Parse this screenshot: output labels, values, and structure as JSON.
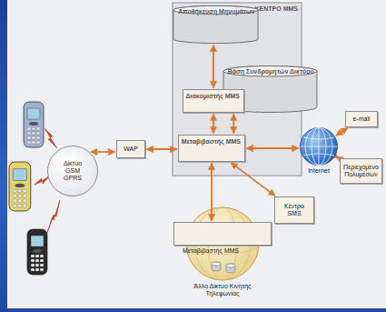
{
  "diagram": {
    "nodes": [
      {
        "text": [
          "ΚΕΝΤΡΟ MMS"
        ]
      },
      {
        "text": [
          "Αποθήκευση Μηνυμάτων"
        ],
        "in": 0
      },
      {
        "text": [
          "Βάση Συνδρομητών Δικτύου"
        ],
        "in": 0
      },
      {
        "text": [
          "Διακομιστής MMS"
        ],
        "in": 0
      },
      {
        "text": [
          "Μεταβιβαστής MMS"
        ],
        "in": 0
      },
      {
        "text": [
          "Δίκτυο GSM GPRS"
        ]
      },
      {
        "text": [
          "WAP"
        ]
      },
      {
        "text": [
          "e-mail"
        ]
      },
      {
        "text": [
          "Internet"
        ]
      },
      {
        "text": [
          "Περιεχόμενο Πολυμέσων"
        ]
      },
      {
        "text": [
          "Κέντρο SMS"
        ]
      },
      {
        "text": [
          "Άλλο Δίκτυο Κινητής Τηλεφωνίας"
        ]
      },
      {
        "text": [
          "Μεταβιβαστής MMS"
        ],
        "in": 11
      }
    ],
    "edges": [
      {
        "from": 5,
        "to": 6,
        "arrow": "both"
      },
      {
        "from": 6,
        "to": 4,
        "arrow": "both"
      },
      {
        "from": 1,
        "to": 3,
        "arrow": "both"
      },
      {
        "from": 3,
        "to": 4,
        "arrow": "both"
      },
      {
        "from": 4,
        "to": 2,
        "arrow": "both"
      },
      {
        "from": 4,
        "to": 8,
        "arrow": "both"
      },
      {
        "from": 4,
        "to": 10,
        "arrow": "both"
      },
      {
        "from": 4,
        "to": 12,
        "arrow": "both"
      },
      {
        "from": 8,
        "to": 7,
        "arrow": "both"
      },
      {
        "from": 8,
        "to": 9,
        "arrow": "both"
      }
    ]
  }
}
